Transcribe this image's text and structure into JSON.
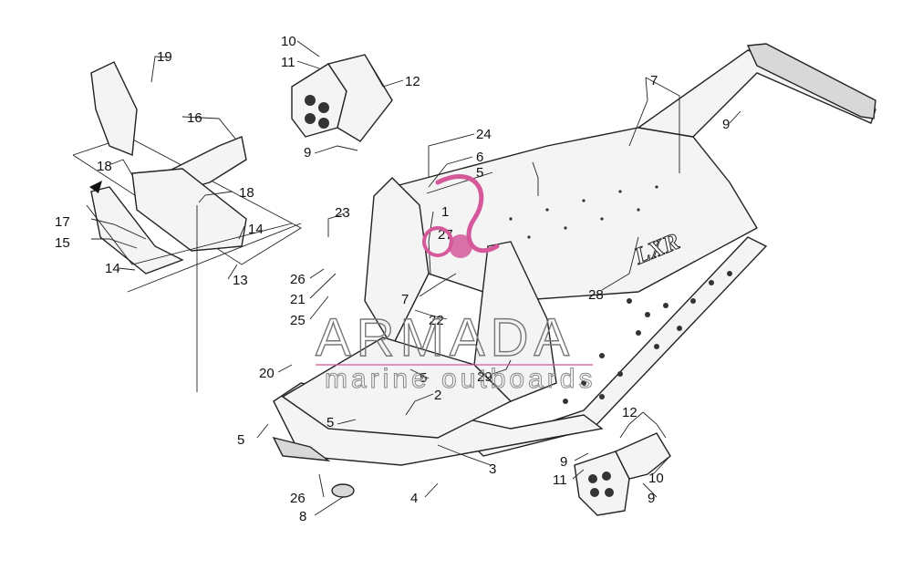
{
  "callouts": {
    "c1": "1",
    "c2": "2",
    "c3": "3",
    "c4": "4",
    "c5a": "5",
    "c5b": "5",
    "c5c": "5",
    "c5d": "5",
    "c6": "6",
    "c7a": "7",
    "c7b": "7",
    "c8": "8",
    "c9a": "9",
    "c9b": "9",
    "c9c": "9",
    "c9d": "9",
    "c10a": "10",
    "c10b": "10",
    "c11a": "11",
    "c11b": "11",
    "c12a": "12",
    "c12b": "12",
    "c13": "13",
    "c14a": "14",
    "c14b": "14",
    "c15": "15",
    "c16": "16",
    "c17": "17",
    "c18a": "18",
    "c18b": "18",
    "c19": "19",
    "c20": "20",
    "c21": "21",
    "c22": "22",
    "c23": "23",
    "c24": "24",
    "c25": "25",
    "c26a": "26",
    "c26b": "26",
    "c27": "27",
    "c28": "28",
    "c29": "29"
  },
  "hood_decal": "LXR",
  "watermark": {
    "brand": "ARMADA",
    "tagline": "marine outboards",
    "color": "#d4589a"
  }
}
